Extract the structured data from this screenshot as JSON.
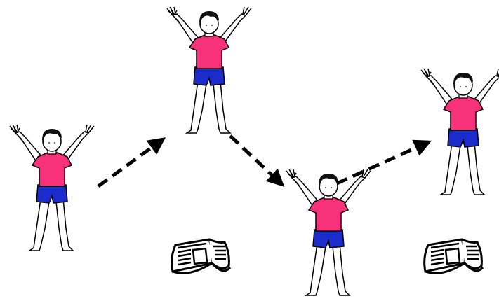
{
  "colors": {
    "background": "#ffffff",
    "shirt": "#f7317a",
    "shorts": "#1b2bcc",
    "skin": "#ffffff",
    "outline": "#000000",
    "hair": "#111111",
    "arrow": "#000000"
  },
  "figures": [
    {
      "icon": "jumping-person-icon",
      "pose": "arms-raised"
    },
    {
      "icon": "jumping-person-icon",
      "pose": "arms-raised"
    },
    {
      "icon": "jumping-person-icon",
      "pose": "arms-raised"
    },
    {
      "icon": "jumping-person-icon",
      "pose": "arms-raised"
    }
  ],
  "arrows": [
    {
      "icon": "dashed-arrow-icon",
      "from_figure": 1,
      "to_figure": 2
    },
    {
      "icon": "dashed-arrow-icon",
      "from_figure": 2,
      "to_figure": 3
    },
    {
      "icon": "dashed-arrow-icon",
      "from_figure": 3,
      "to_figure": 4
    }
  ],
  "newspapers": [
    {
      "icon": "newspaper-icon"
    },
    {
      "icon": "newspaper-icon"
    }
  ]
}
